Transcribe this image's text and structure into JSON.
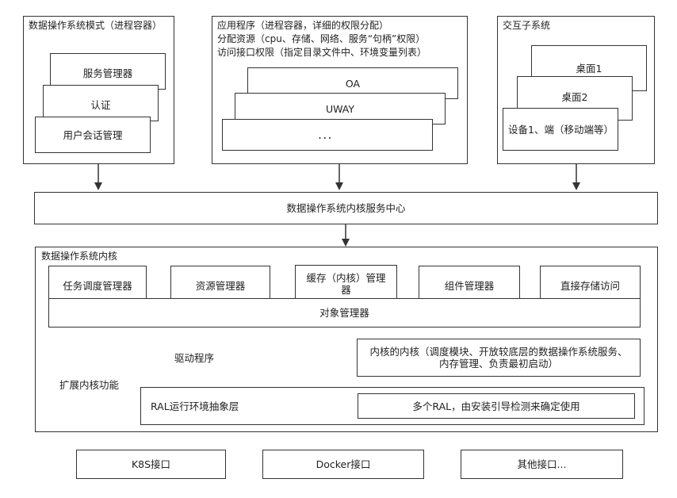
{
  "modes": {
    "title": "数据操作系统模式（进程容器）",
    "stack": [
      "服务管理器",
      "认证",
      "用户会话管理"
    ]
  },
  "apps": {
    "line1": "应用程序（进程容器，详细的权限分配）",
    "line2": "分配资源（cpu、存储、网络、服务“句柄”权限）",
    "line3": "访问接口权限（指定目录文件中、环境变量列表）",
    "stack": [
      "OA",
      "UWAY",
      "．．．"
    ]
  },
  "interaction": {
    "title": "交互子系统",
    "stack": [
      "桌面1",
      "桌面2",
      "设备1、端（移动端等）"
    ]
  },
  "service_center": "数据操作系统内核服务中心",
  "kernel": {
    "title": "数据操作系统内核",
    "managers": [
      "任务调度管理器",
      "资源管理器",
      "缓存（内核）管理器",
      "组件管理器",
      "直接存储访问"
    ],
    "object_manager": "对象管理器",
    "driver": "驱动程序",
    "inner_kernel": "内核的内核（调度模块、开放较底层的数据操作系统服务、内存管理、负责最初启动）",
    "extension": "扩展内核功能",
    "ral": "RAL运行环境抽象层",
    "multi_ral": "多个RAL，由安装引导检测来确定使用"
  },
  "interfaces": [
    "K8S接口",
    "Docker接口",
    "其他接口..."
  ]
}
